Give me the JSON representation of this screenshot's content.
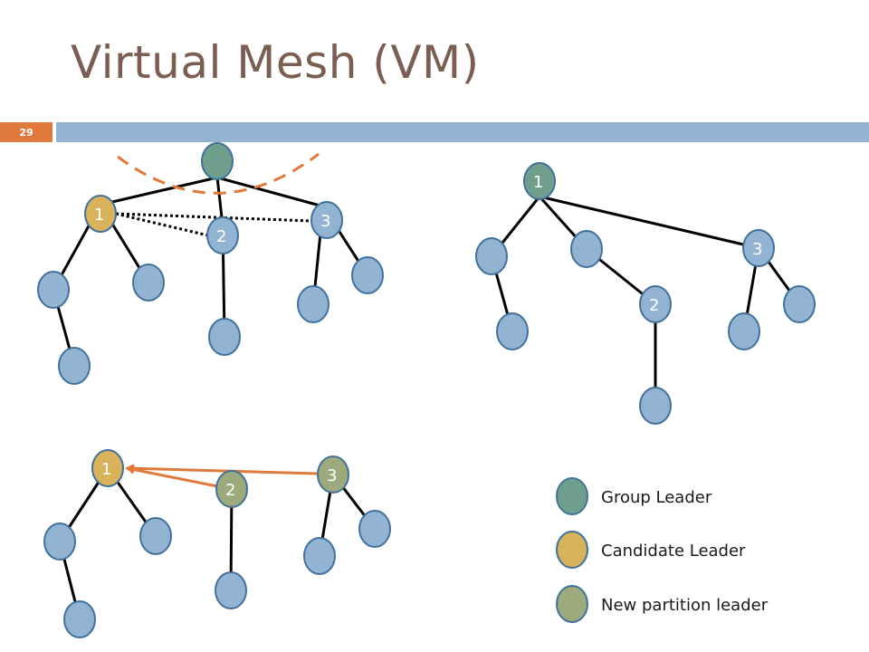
{
  "title": "Virtual Mesh (VM)",
  "slide_number": "29",
  "colors": {
    "group_leader": "#6f9e8c",
    "candidate_leader": "#d9b35b",
    "partition_leader": "#9daa7d",
    "member": "#93b3d3",
    "accent_orange": "#e07a3c",
    "header_bar": "#94b3d0"
  },
  "node_labels": {
    "n1": "1",
    "n2": "2",
    "n3": "3"
  },
  "legend": [
    {
      "label": "Group Leader",
      "color_key": "group_leader"
    },
    {
      "label": "Candidate Leader",
      "color_key": "candidate_leader"
    },
    {
      "label": "New partition leader",
      "color_key": "partition_leader"
    }
  ]
}
